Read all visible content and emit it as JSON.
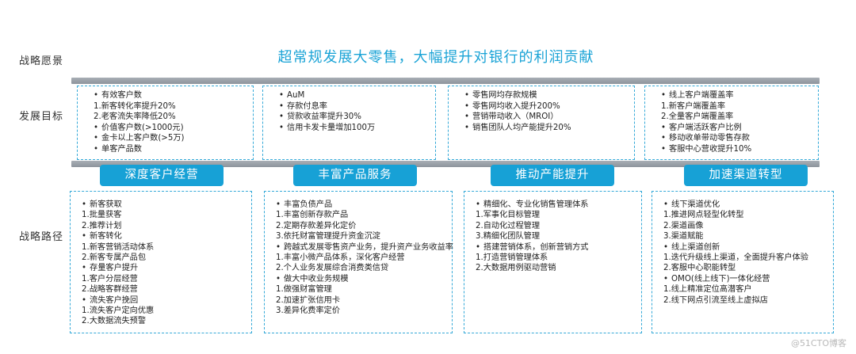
{
  "row_labels": {
    "vision": "战略愿景",
    "goals": "发展目标",
    "paths": "战略路径"
  },
  "vision_text": "超常规发展大零售，大幅提升对银行的利润贡献",
  "goals": [
    {
      "items": [
        {
          "t": "有效客户数",
          "b": true
        },
        {
          "t": "1.新客转化率提升20%",
          "b": false
        },
        {
          "t": "2.老客流失率降低20%",
          "b": false
        },
        {
          "t": "价值客户数(>1000元)",
          "b": true
        },
        {
          "t": "金卡以上客户数(>5万)",
          "b": true
        },
        {
          "t": "单客产品数",
          "b": true
        }
      ]
    },
    {
      "items": [
        {
          "t": "AuM",
          "b": true
        },
        {
          "t": "存款付息率",
          "b": true
        },
        {
          "t": "贷款收益率提升30%",
          "b": true
        },
        {
          "t": "信用卡发卡量增加100万",
          "b": true
        }
      ]
    },
    {
      "items": [
        {
          "t": "零售网均存款规模",
          "b": true
        },
        {
          "t": "零售网均收入提升200%",
          "b": true
        },
        {
          "t": "营销带动收入（MROI）",
          "b": true
        },
        {
          "t": "销售团队人均产能提升20%",
          "b": true
        }
      ]
    },
    {
      "items": [
        {
          "t": "线上客户端覆盖率",
          "b": true
        },
        {
          "t": "1.新客户端覆盖率",
          "b": false
        },
        {
          "t": "2.全量客户端覆盖率",
          "b": false
        },
        {
          "t": "客户端活跃客户比例",
          "b": true
        },
        {
          "t": "移动收单带动零售存款",
          "b": true
        },
        {
          "t": "客服中心营收提升10%",
          "b": true
        }
      ]
    }
  ],
  "pillars": [
    "深度客户经营",
    "丰富产品服务",
    "推动产能提升",
    "加速渠道转型"
  ],
  "paths": [
    {
      "items": [
        {
          "t": "新客获取",
          "b": true
        },
        {
          "t": "1.批量获客",
          "b": false
        },
        {
          "t": "2.推荐计划",
          "b": false
        },
        {
          "t": "新客转化",
          "b": true
        },
        {
          "t": "1.新客营销活动体系",
          "b": false
        },
        {
          "t": "2.新客专属产品包",
          "b": false
        },
        {
          "t": "存量客户提升",
          "b": true
        },
        {
          "t": "1.客户分层经营",
          "b": false
        },
        {
          "t": "2.战略客群经营",
          "b": false
        },
        {
          "t": "流失客户挽回",
          "b": true
        },
        {
          "t": "1.流失客户定向优惠",
          "b": false
        },
        {
          "t": "2.大数据流失预警",
          "b": false
        }
      ]
    },
    {
      "items": [
        {
          "t": "丰富负债产品",
          "b": true
        },
        {
          "t": "1.丰富创新存款产品",
          "b": false
        },
        {
          "t": "2.定期存款差异化定价",
          "b": false
        },
        {
          "t": "3.依托财富管理提升资金沉淀",
          "b": false
        },
        {
          "t": "跨越式发展零售资产业务，提升资产业务收益率",
          "b": true
        },
        {
          "t": "1.丰富小微产品体系，深化客户经营",
          "b": false
        },
        {
          "t": "2.个人业务发展综合消费类信贷",
          "b": false
        },
        {
          "t": "做大中收业务规模",
          "b": true
        },
        {
          "t": "1.做强财富管理",
          "b": false
        },
        {
          "t": "2.加速扩张信用卡",
          "b": false
        },
        {
          "t": "3.差异化费率定价",
          "b": false
        }
      ]
    },
    {
      "items": [
        {
          "t": "精细化、专业化销售管理体系",
          "b": true
        },
        {
          "t": "1.军事化目标管理",
          "b": false
        },
        {
          "t": "2.自动化过程管理",
          "b": false
        },
        {
          "t": "3.精细化团队管理",
          "b": false
        },
        {
          "t": "搭建营销体系，创新营销方式",
          "b": true
        },
        {
          "t": "1.打造营销管理体系",
          "b": false
        },
        {
          "t": "2.大数据用例驱动营销",
          "b": false
        }
      ]
    },
    {
      "items": [
        {
          "t": "线下渠道优化",
          "b": true
        },
        {
          "t": "1.推进网点轻型化转型",
          "b": false
        },
        {
          "t": "2.渠道画像",
          "b": false
        },
        {
          "t": "3.渠道赋能",
          "b": false
        },
        {
          "t": "线上渠道创新",
          "b": true
        },
        {
          "t": "1.迭代升级线上渠道，全面提升客户体验",
          "b": false
        },
        {
          "t": "2.客服中心职能转型",
          "b": false
        },
        {
          "t": "OMO(线上线下)一体化经营",
          "b": true
        },
        {
          "t": "1.线上精准定位高潜客户",
          "b": false
        },
        {
          "t": "2.线下网点引流至线上虚拟店",
          "b": false
        }
      ]
    }
  ],
  "watermark": "@51CTO博客"
}
